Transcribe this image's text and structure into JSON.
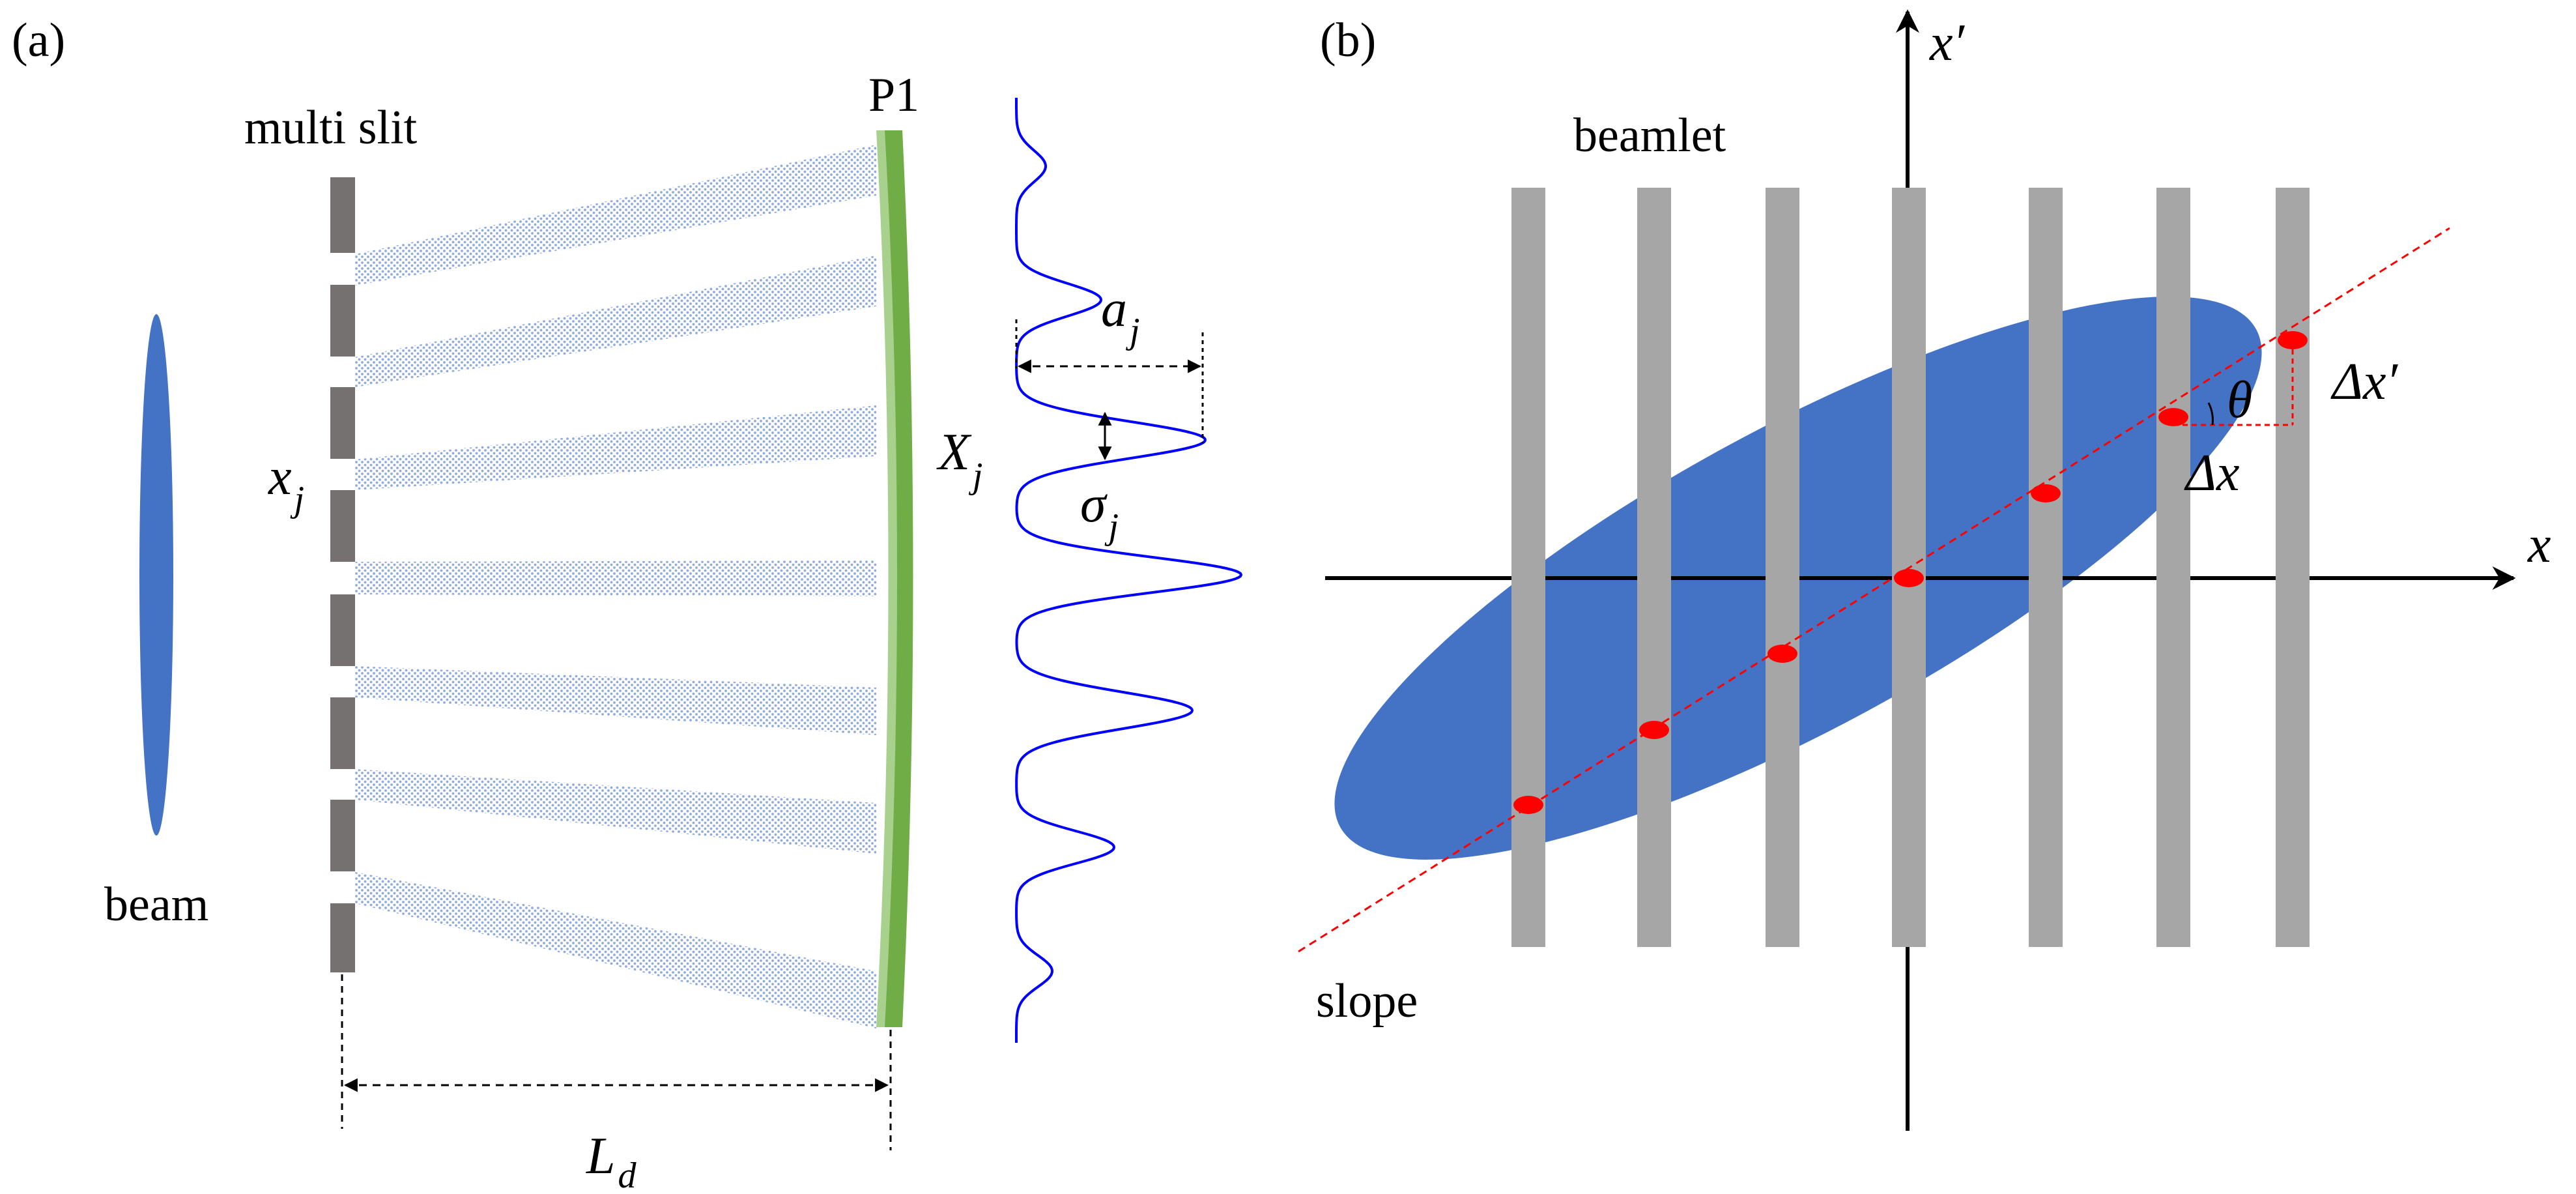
{
  "panel_a": {
    "panel_label": "(a)",
    "multi_slit_label": "multi slit",
    "plane_label": "P1",
    "beam_label": "beam",
    "slit_position_symbol": "x",
    "slit_position_subscript": "j",
    "profile_position_symbol": "X",
    "profile_position_subscript": "j",
    "amplitude_symbol": "a",
    "amplitude_subscript": "j",
    "width_symbol": "σ",
    "width_subscript": "j",
    "drift_symbol": "L",
    "drift_subscript": "d"
  },
  "panel_b": {
    "panel_label": "(b)",
    "beamlet_label": "beamlet",
    "slope_label": "slope",
    "x_axis_label": "x",
    "xprime_axis_label": "x′",
    "theta_label": "θ",
    "dx_label": "Δx",
    "dxprime_label": "Δx′"
  },
  "colors": {
    "beam_blue": "#4472C4",
    "slit_gray": "#767171",
    "beamlet_gray": "#A6A6A6",
    "screen_green": "#70AD47",
    "screen_light_green": "#A9D18E",
    "profile_blue": "#0000FF",
    "centroid_red": "#FF0000",
    "dotted_fan": "#8FAADC"
  }
}
